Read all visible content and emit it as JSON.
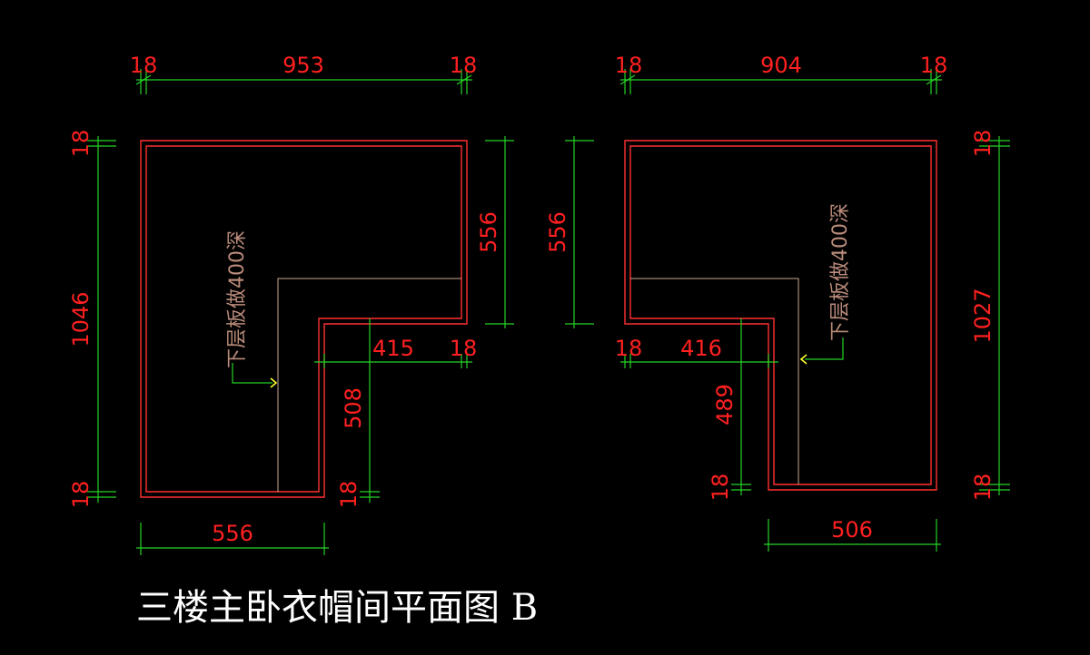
{
  "drawing": {
    "title": "三楼主卧衣帽间平面图 B",
    "colors": {
      "background": "#000000",
      "wall": "#ff3030",
      "dimension_line": "#25d325",
      "dimension_text": "#ff2020",
      "note_text": "#b98b7a",
      "title": "#ffffff",
      "arrow": "#ffff33"
    }
  },
  "plan_left": {
    "top_dims": [
      "18",
      "953",
      "18"
    ],
    "left_dims": [
      "18",
      "1046",
      "18"
    ],
    "right_dim": "556",
    "inner_dims": [
      "415",
      "18"
    ],
    "vertical_dim": "508",
    "bottom_right_dim": "18",
    "bottom_dim": "556",
    "note": "下层板做400深"
  },
  "plan_right": {
    "top_dims": [
      "18",
      "904",
      "18"
    ],
    "left_dim": "556",
    "right_dims": [
      "18",
      "1027",
      "18"
    ],
    "inner_dims": [
      "18",
      "416"
    ],
    "vertical_dim": "489",
    "bottom_left_dim": "18",
    "bottom_dim": "506",
    "note": "下层板做400深"
  }
}
